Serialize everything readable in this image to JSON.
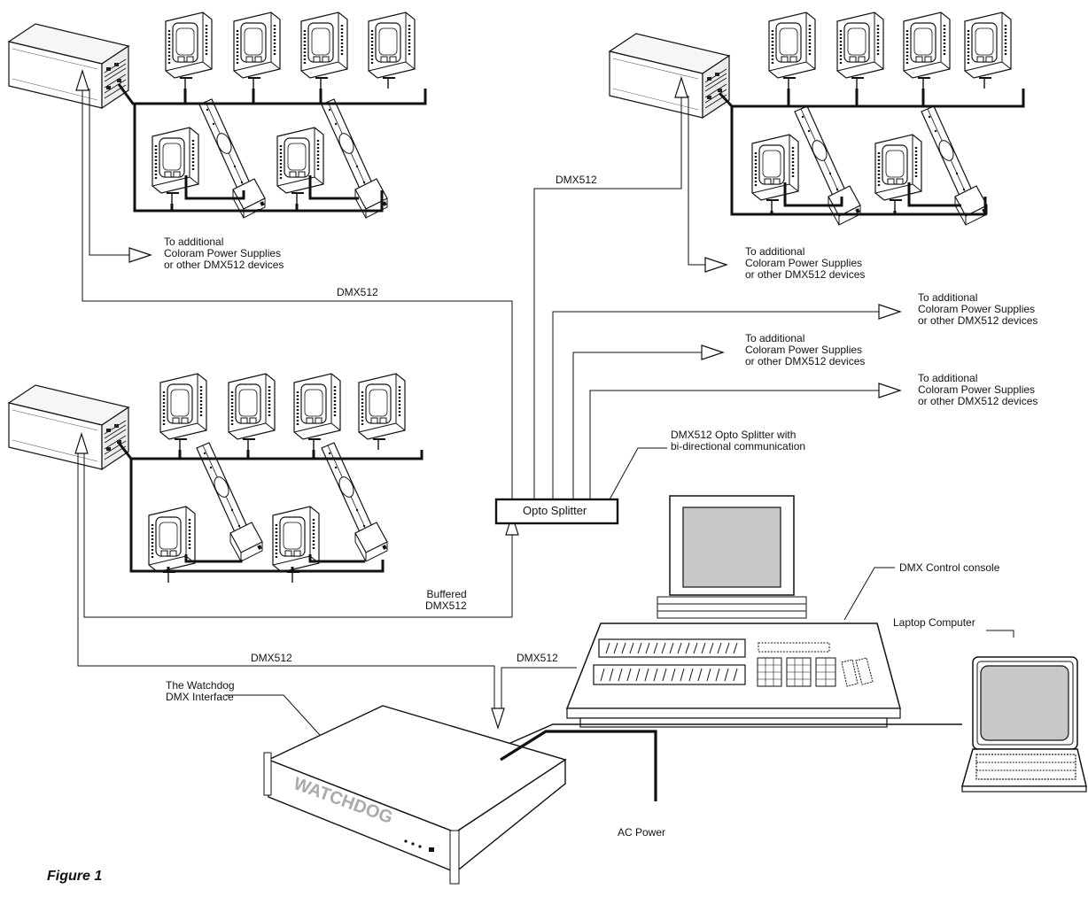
{
  "labels": {
    "dmx_top_right": "DMX512",
    "dmx_upper_left": "DMX512",
    "dmx_bottom_left": "DMX512",
    "dmx_console": "DMX512",
    "buffered": [
      "Buffered",
      "DMX512"
    ],
    "additional": [
      "To additional",
      "Coloram Power Supplies",
      "or other DMX512 devices"
    ],
    "opto_splitter": "Opto Splitter",
    "opto_splitter_note": [
      "DMX512 Opto Splitter with",
      "bi-directional communication"
    ],
    "control_console": "DMX Control console",
    "laptop": "Laptop Computer",
    "watchdog": [
      "The Watchdog",
      "DMX Interface"
    ],
    "ac_power": "AC Power",
    "figure": "Figure 1"
  },
  "colors": {
    "line": "#111111",
    "screen": "#c8c8c8",
    "panel": "#f4f4f4"
  },
  "icons": [
    "power-supply-icon",
    "light-fixture-icon",
    "color-scroller-icon",
    "console-icon",
    "laptop-icon",
    "watchdog-interface-icon",
    "arrow-icon"
  ]
}
